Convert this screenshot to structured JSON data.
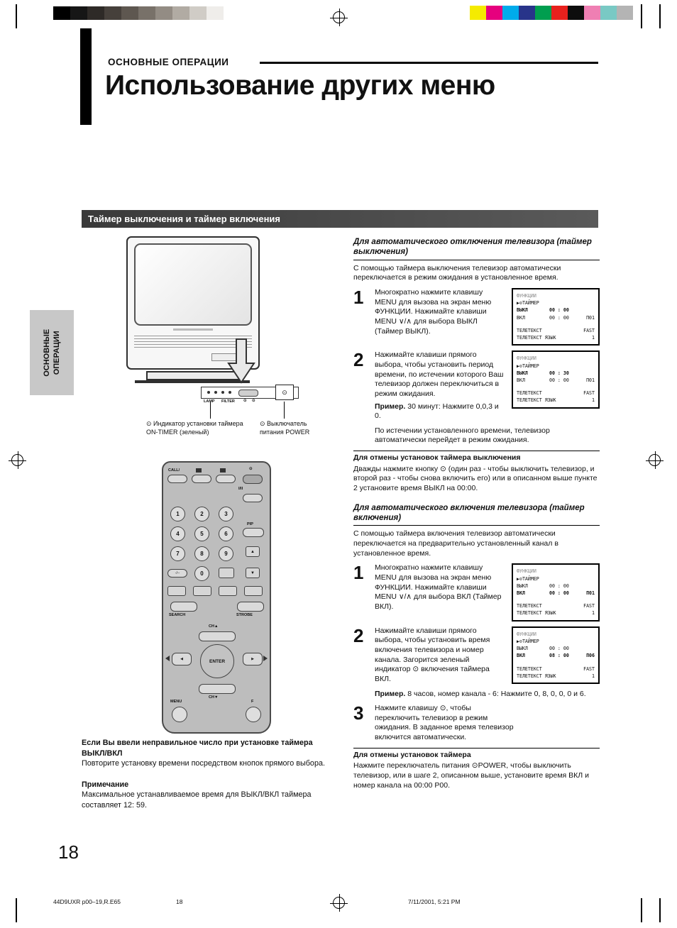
{
  "print_marks": {
    "grayscale": [
      "#000000",
      "#161616",
      "#2e2a27",
      "#46403b",
      "#5e5750",
      "#787169",
      "#938c84",
      "#b1aba3",
      "#d0ccc6",
      "#efedea"
    ],
    "colorbars": [
      "#f5eb00",
      "#e6007e",
      "#00abeb",
      "#28348a",
      "#009e4f",
      "#e8211d",
      "#0d0d0d",
      "#ef7fb3",
      "#79c9c4",
      "#b4b4b4"
    ]
  },
  "header": {
    "kicker": "ОСНОВНЫЕ ОПЕРАЦИИ",
    "title": "Использование других меню",
    "section_bar": "Таймер выключения и таймер включения"
  },
  "sidebar": {
    "line1": "ОСНОВНЫЕ",
    "line2": "ОПЕРАЦИИ"
  },
  "diagram": {
    "panel_lamp": "LAMP",
    "panel_filter": "FILTER",
    "power_symbol": "⊙",
    "caption_indicator": "⊙ Индикатор установки таймера ON-TIMER (зеленый)",
    "caption_power": "⊙ Выключатель питания POWER"
  },
  "remote": {
    "call_label": "CALL/",
    "iii_label": "I/II",
    "pip_label": "PIP",
    "dash_label": "-/--",
    "search_label": "SEARCH",
    "strobe_label": "STROBE",
    "ch_up_label": "CH▲",
    "ch_down_label": "CH▼",
    "enter_label": "ENTER",
    "menu_label": "MENU",
    "f_label": "F",
    "up_glyph": "▲",
    "down_glyph": "▼",
    "left_glyph": "◀",
    "right_glyph": "▶",
    "digits": [
      "1",
      "2",
      "3",
      "4",
      "5",
      "6",
      "7",
      "8",
      "9",
      "0"
    ]
  },
  "notes": {
    "warn_bold": "Если Вы ввели неправильное число при установке таймера ВЫКЛ/ВКЛ",
    "warn_text": "Повторите установку времени посредством кнопок прямого выбора.",
    "note_title": "Примечание",
    "note_text": "Максимальное устанавливаемое время для ВЫКЛ/ВКЛ таймера составляет 12: 59."
  },
  "off_timer": {
    "heading": "Для автоматического отключения телевизора (таймер выключения)",
    "intro": "С помощью таймера выключения телевизор автоматически переключается в режим ожидания в установленное время.",
    "step1_num": "1",
    "step1_text": "Многократно нажмите клавишу MENU для вызова на экран меню ФУНКЦИИ. Нажимайте клавиши MENU ∨/∧ для выбора ВЫКЛ (Таймер ВЫКЛ).",
    "step2_num": "2",
    "step2_text": "Нажимайте клавиши прямого выбора, чтобы установить период времени, по истечении которого Ваш телевизор должен переключиться в режим ожидания.",
    "step2_example_label": "Пример.",
    "step2_example": "30 минут: Нажмите 0,0,3 и 0.",
    "step2_after": "По истечении установленного времени, телевизор автоматически перейдет в режим ожидания.",
    "cancel_heading": "Для отмены установок таймера выключения",
    "cancel_text": "Дважды нажмите кнопку ⊙ (один раз - чтобы выключить телевизор, и второй раз - чтобы снова включить его) или в описанном выше пункте 2 установите время ВЫКЛ на 00:00."
  },
  "on_timer": {
    "heading": "Для автоматического включения телевизора (таймер включения)",
    "intro": "С помощью таймера включения телевизор автоматически переключается на предварительно установленный канал в установленное время.",
    "step1_num": "1",
    "step1_text": "Многократно нажмите клавишу MENU для вызова на экран меню ФУНКЦИИ. Нажимайте клавиши MENU ∨/∧ для выбора ВКЛ (Таймер ВКЛ).",
    "step2_num": "2",
    "step2_text": "Нажимайте клавиши прямого выбора, чтобы установить время включения телевизора и номер канала. Загорится зеленый индикатор ⊙ включения таймера ВКЛ.",
    "step2_example_label": "Пример.",
    "step2_example": "8 часов, номер канала - 6: Нажмите 0, 8, 0, 0, 0 и 6.",
    "step3_num": "3",
    "step3_text": "Нажмите клавишу ⊙, чтобы переключить телевизор в режим ожидания. В заданное время телевизор включится автоматически.",
    "cancel_heading": "Для отмены установок таймера",
    "cancel_text": "Нажмите переключатель питания ⊙POWER, чтобы выключить телевизор, или в шаге 2, описанном выше, установите время ВКЛ и номер канала на 00:00 P00."
  },
  "menus": {
    "m1": {
      "header": "ФУНКЦИИ",
      "timer": "▶⊙ТАЙМЕР",
      "off_label": "ВЫКЛ",
      "off_time": "00 : 00",
      "on_label": "ВКЛ",
      "on_time": "00 : 00",
      "on_ch": "П01",
      "tt_label": "ТЕЛЕТЕКСТ",
      "tt_val": "FAST",
      "ttl_label": "ТЕЛЕТЕКСТ ЯЗЫК",
      "ttl_val": "1"
    },
    "m2": {
      "header": "ФУНКЦИИ",
      "timer": "▶⊙ТАЙМЕР",
      "off_label": "ВЫКЛ",
      "off_time": "00 : 30",
      "on_label": "ВКЛ",
      "on_time": "00 : 00",
      "on_ch": "П01",
      "tt_label": "ТЕЛЕТЕКСТ",
      "tt_val": "FAST",
      "ttl_label": "ТЕЛЕТЕКСТ ЯЗЫК",
      "ttl_val": "1"
    },
    "m3": {
      "header": "ФУНКЦИИ",
      "timer": "▶⊙ТАЙМЕР",
      "off_label": "ВЫКЛ",
      "off_time": "00 : 00",
      "on_label": "ВКЛ",
      "on_time": "00 : 00",
      "on_ch": "П01",
      "tt_label": "ТЕЛЕТЕКСТ",
      "tt_val": "FAST",
      "ttl_label": "ТЕЛЕТЕКСТ ЯЗЫК",
      "ttl_val": "1"
    },
    "m4": {
      "header": "ФУНКЦИИ",
      "timer": "▶⊙ТАЙМЕР",
      "off_label": "ВЫКЛ",
      "off_time": "00 : 00",
      "on_label": "ВКЛ",
      "on_time": "08 : 00",
      "on_ch": "П06",
      "tt_label": "ТЕЛЕТЕКСТ",
      "tt_val": "FAST",
      "ttl_label": "ТЕЛЕТЕКСТ ЯЗЫК",
      "ttl_val": "1"
    }
  },
  "page": {
    "number": "18",
    "footer_left": "44D9UXR p00–19,R.E65",
    "footer_center": "18",
    "footer_right": "7/11/2001, 5:21 PM"
  }
}
